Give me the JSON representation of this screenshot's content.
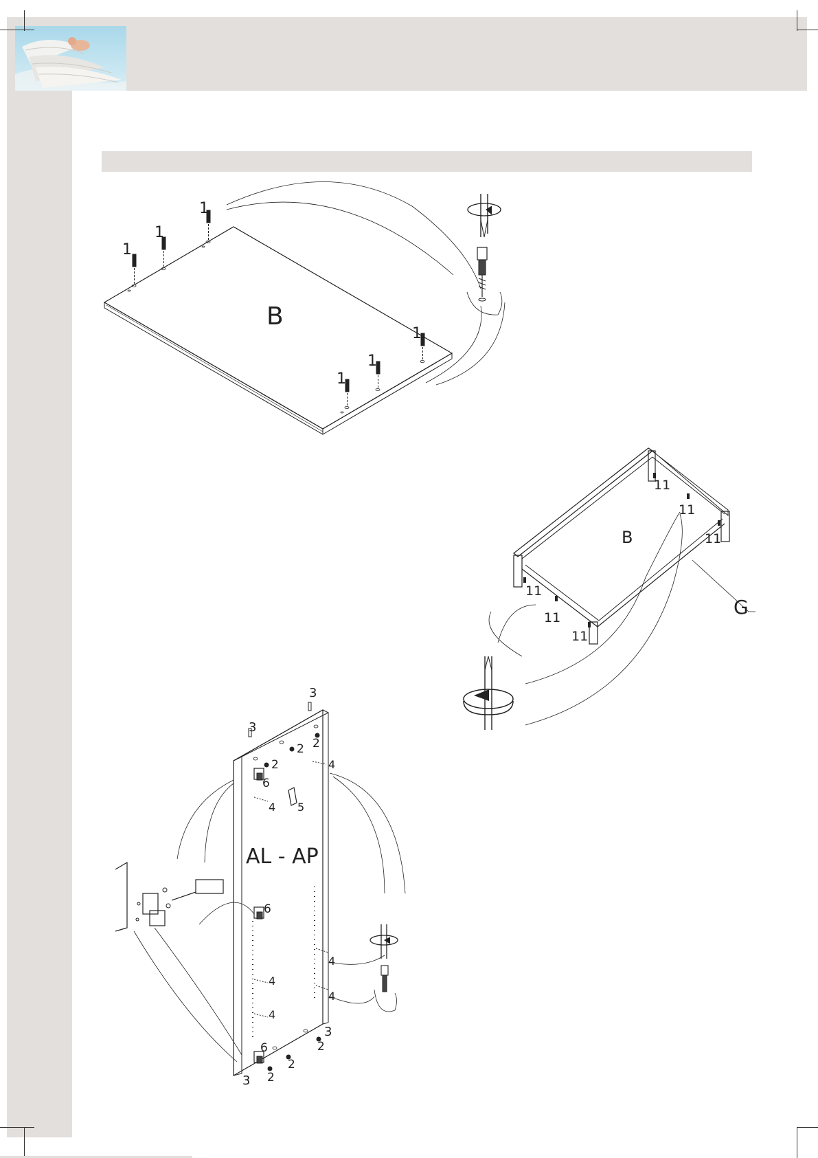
{
  "labels": {
    "panel_b": "B",
    "cam_bolt": "1",
    "frame_b": "B",
    "frame_g": "G",
    "screw_11": "11",
    "panel_alap": "AL - AP",
    "dowel_3": "3",
    "screw_2": "2",
    "screw_4": "4",
    "part_5": "5",
    "hinge_6": "6"
  },
  "colors": {
    "band": "#e2dfdc",
    "line": "#222222"
  },
  "icons": {
    "logo": "angel-wings-logo",
    "tool": "screwdriver-icon",
    "rotate": "rotate-arrow-icon"
  }
}
